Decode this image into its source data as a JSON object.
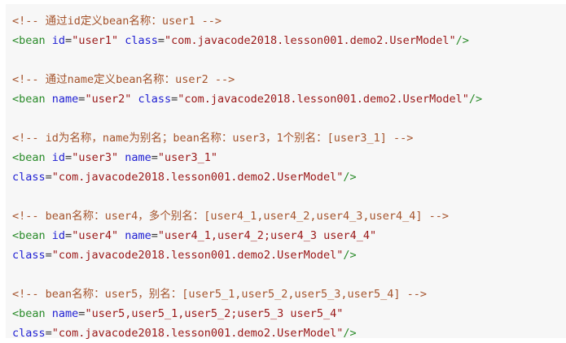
{
  "colors": {
    "page_background": "#ffffff",
    "code_background": "#f7f7f7",
    "comment": "#a5542d",
    "tag": "#2a8b2a",
    "attribute": "#2121d3",
    "string": "#9a1818",
    "plain": "#333333"
  },
  "code": {
    "language": "xml",
    "lines": [
      [
        [
          "c",
          "<!-- 通过id定义bean名称：user1 -->"
        ]
      ],
      [
        [
          "t",
          "<bean"
        ],
        [
          "p",
          " "
        ],
        [
          "a",
          "id"
        ],
        [
          "p",
          "="
        ],
        [
          "s",
          "\"user1\""
        ],
        [
          "p",
          " "
        ],
        [
          "a",
          "class"
        ],
        [
          "p",
          "="
        ],
        [
          "s",
          "\"com.javacode2018.lesson001.demo2.UserModel\""
        ],
        [
          "t",
          "/>"
        ]
      ],
      [],
      [
        [
          "c",
          "<!-- 通过name定义bean名称：user2 -->"
        ]
      ],
      [
        [
          "t",
          "<bean"
        ],
        [
          "p",
          " "
        ],
        [
          "a",
          "name"
        ],
        [
          "p",
          "="
        ],
        [
          "s",
          "\"user2\""
        ],
        [
          "p",
          " "
        ],
        [
          "a",
          "class"
        ],
        [
          "p",
          "="
        ],
        [
          "s",
          "\"com.javacode2018.lesson001.demo2.UserModel\""
        ],
        [
          "t",
          "/>"
        ]
      ],
      [],
      [
        [
          "c",
          "<!-- id为名称，name为别名；bean名称：user3，1个别名：[user3_1] -->"
        ]
      ],
      [
        [
          "t",
          "<bean"
        ],
        [
          "p",
          " "
        ],
        [
          "a",
          "id"
        ],
        [
          "p",
          "="
        ],
        [
          "s",
          "\"user3\""
        ],
        [
          "p",
          " "
        ],
        [
          "a",
          "name"
        ],
        [
          "p",
          "="
        ],
        [
          "s",
          "\"user3_1\""
        ]
      ],
      [
        [
          "a",
          "class"
        ],
        [
          "p",
          "="
        ],
        [
          "s",
          "\"com.javacode2018.lesson001.demo2.UserModel\""
        ],
        [
          "t",
          "/>"
        ]
      ],
      [],
      [
        [
          "c",
          "<!-- bean名称：user4，多个别名：[user4_1,user4_2,user4_3,user4_4] -->"
        ]
      ],
      [
        [
          "t",
          "<bean"
        ],
        [
          "p",
          " "
        ],
        [
          "a",
          "id"
        ],
        [
          "p",
          "="
        ],
        [
          "s",
          "\"user4\""
        ],
        [
          "p",
          " "
        ],
        [
          "a",
          "name"
        ],
        [
          "p",
          "="
        ],
        [
          "s",
          "\"user4_1,user4_2;user4_3 user4_4\""
        ]
      ],
      [
        [
          "a",
          "class"
        ],
        [
          "p",
          "="
        ],
        [
          "s",
          "\"com.javacode2018.lesson001.demo2.UserModel\""
        ],
        [
          "t",
          "/>"
        ]
      ],
      [],
      [
        [
          "c",
          "<!-- bean名称：user5，别名：[user5_1,user5_2,user5_3,user5_4] -->"
        ]
      ],
      [
        [
          "t",
          "<bean"
        ],
        [
          "p",
          " "
        ],
        [
          "a",
          "name"
        ],
        [
          "p",
          "="
        ],
        [
          "s",
          "\"user5,user5_1,user5_2;user5_3 user5_4\""
        ]
      ],
      [
        [
          "a",
          "class"
        ],
        [
          "p",
          "="
        ],
        [
          "s",
          "\"com.javacode2018.lesson001.demo2.UserModel\""
        ],
        [
          "t",
          "/>"
        ]
      ]
    ]
  }
}
